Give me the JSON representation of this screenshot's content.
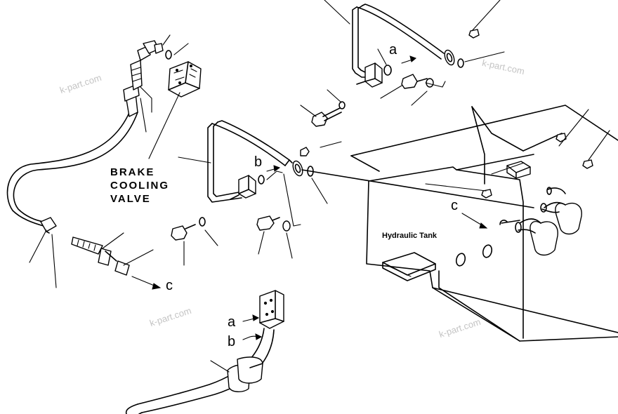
{
  "labels": {
    "valve_line1": "BRAKE",
    "valve_line2": "COOLING",
    "valve_line3": "VALVE",
    "tank": "Hydraulic Tank",
    "a": "a",
    "b": "b",
    "c": "c"
  },
  "watermark": "k-part.com"
}
